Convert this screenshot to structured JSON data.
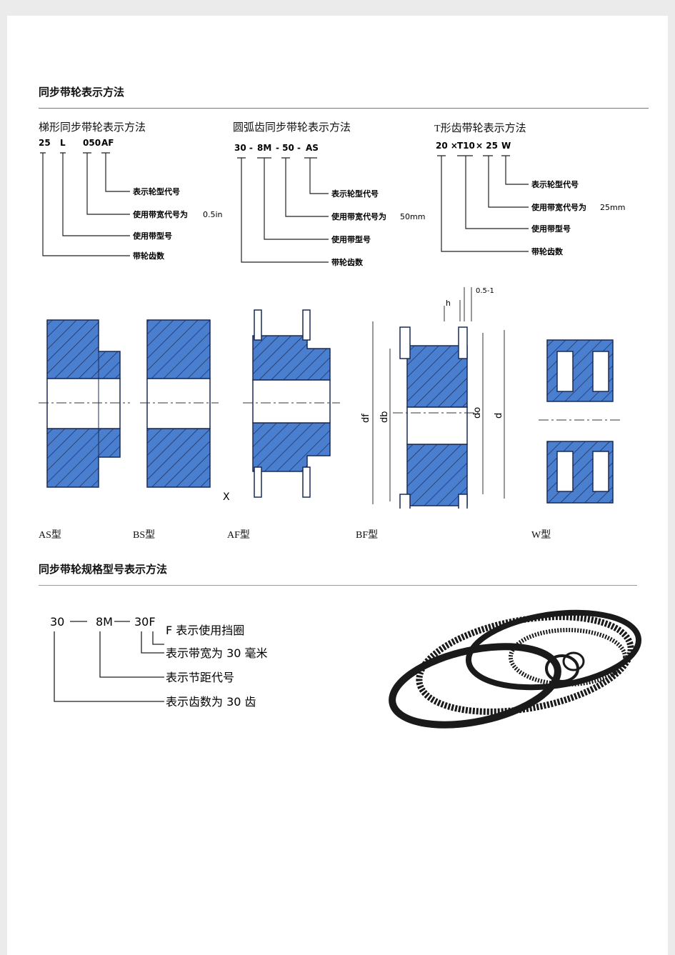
{
  "headings": {
    "top": "同步带轮表示方法",
    "spec": "同步带轮规格型号表示方法"
  },
  "notations": [
    {
      "title": "梯形同步带轮表示方法",
      "code": [
        "25",
        "L",
        "050",
        "AF"
      ],
      "labels": [
        "表示轮型代号",
        "使用带宽代号为",
        "使用带型号",
        "带轮齿数"
      ],
      "width_value": "0.5in"
    },
    {
      "title": "圆弧齿同步带轮表示方法",
      "code": [
        "30 -",
        "8M",
        "- 50 -",
        "AS"
      ],
      "labels": [
        "表示轮型代号",
        "使用带宽代号为",
        "使用带型号",
        "带轮齿数"
      ],
      "width_value": "50mm"
    },
    {
      "title_prefix": "T",
      "title": "形齿带轮表示方法",
      "code": [
        "20 ×",
        "T10",
        "× 25",
        "W"
      ],
      "labels": [
        "表示轮型代号",
        "使用带宽代号为",
        "使用带型号",
        "带轮齿数"
      ],
      "width_value": "25mm"
    }
  ],
  "types": [
    {
      "code": "AS",
      "suffix": "型"
    },
    {
      "code": "BS",
      "suffix": "型"
    },
    {
      "code": "AF",
      "suffix": "型"
    },
    {
      "code": "BF",
      "suffix": "型"
    },
    {
      "code": "W",
      "suffix": "型"
    }
  ],
  "drawing_labels": {
    "x_mark": "X",
    "df": "df",
    "db": "db",
    "do": "do",
    "d": "d",
    "h": "h",
    "gap": "0.5-1"
  },
  "spec_code": {
    "parts": [
      "30",
      "8M",
      "30F"
    ],
    "labels": [
      "F 表示使用挡圈",
      "表示带宽为 30 毫米",
      "表示节距代号",
      "表示齿数为 30 齿"
    ]
  },
  "colors": {
    "pulley_fill": "#4a7fd0",
    "pulley_edge": "#1a2a55",
    "belt": "#1a1a1a"
  }
}
